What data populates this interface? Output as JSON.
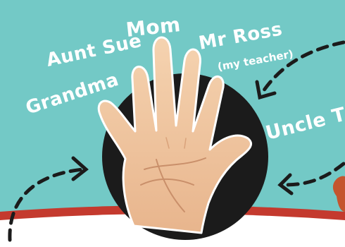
{
  "colors": {
    "background": "#73c9c6",
    "circle": "#1b1b1b",
    "skin": "#f2c9a2",
    "skin_shadow": "#d9a27a",
    "text": "#ffffff",
    "bottom_band": "#c43a2e",
    "bottom_panel": "#ffffff"
  },
  "labels": {
    "thumb": "Grandma",
    "index": "Aunt Sue",
    "middle": "Mom",
    "ring": "Mr Ross",
    "ring_note": "(my teacher)",
    "pinky": "Uncle Tim"
  },
  "icons": [
    "dashed-arrow-icon",
    "dashed-arrow-icon",
    "dashed-arrow-icon"
  ]
}
